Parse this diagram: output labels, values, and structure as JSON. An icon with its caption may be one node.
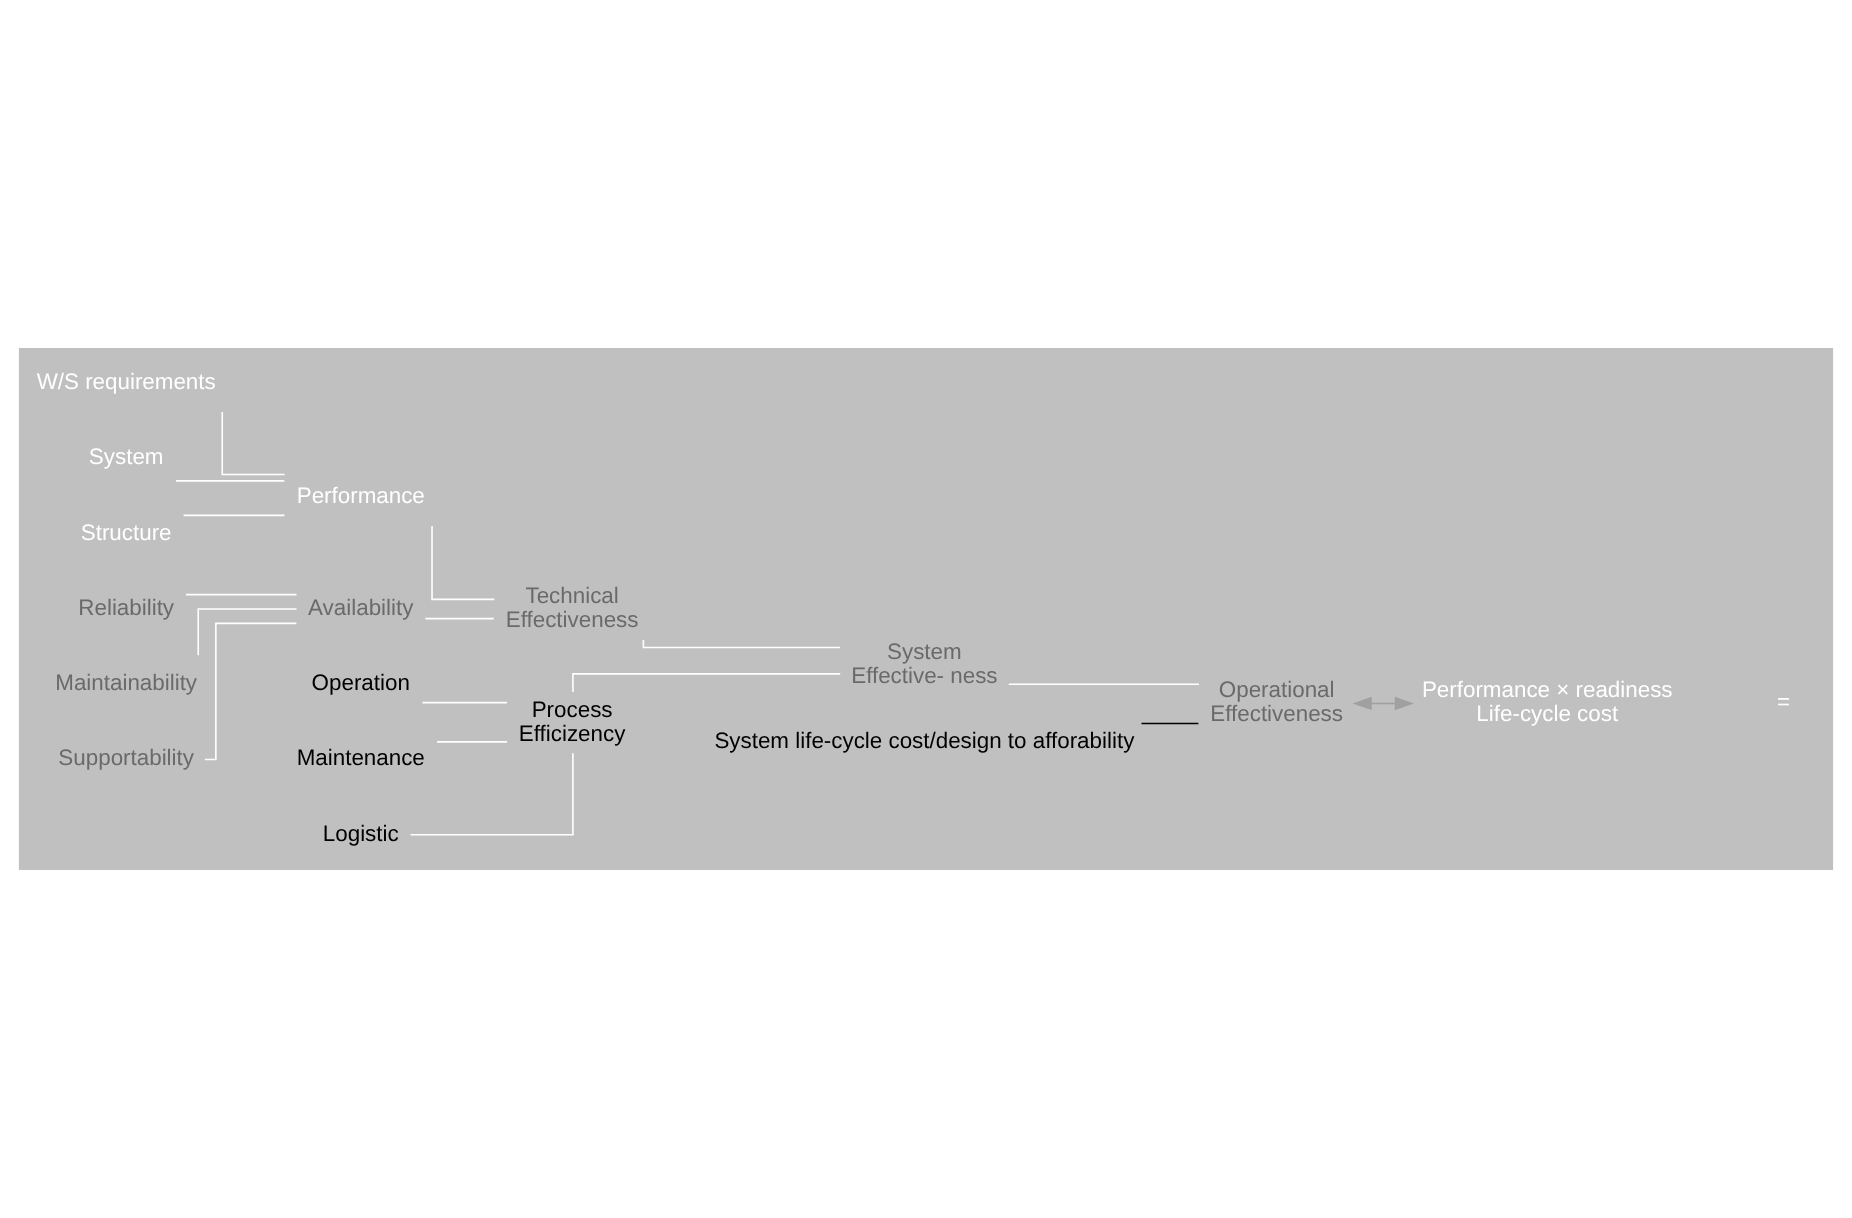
{
  "diagram": {
    "nodes": [
      {
        "text": [
          "W/S requirements"
        ]
      },
      {
        "text": [
          "System"
        ]
      },
      {
        "text": [
          "Structure"
        ]
      },
      {
        "text": [
          "Performance"
        ]
      },
      {
        "text": [
          "Reliability"
        ]
      },
      {
        "text": [
          "Maintainability"
        ]
      },
      {
        "text": [
          "Supportability"
        ]
      },
      {
        "text": [
          "Availability"
        ]
      },
      {
        "text": [
          "Technical",
          "Effectiveness"
        ]
      },
      {
        "text": [
          "Operation"
        ]
      },
      {
        "text": [
          "Maintenance"
        ]
      },
      {
        "text": [
          "Logistic"
        ]
      },
      {
        "text": [
          "Process",
          "Efficizency"
        ]
      },
      {
        "text": [
          "System",
          "Effective- ness"
        ]
      },
      {
        "text": [
          "System life-cycle cost/design to afforability"
        ]
      },
      {
        "text": [
          "Operational",
          "Effectiveness"
        ]
      },
      {
        "text": [
          "Performance × readiness",
          "Life-cycle cost"
        ]
      }
    ],
    "edges": [
      {
        "from": 0,
        "to": 3,
        "arrow": "none"
      },
      {
        "from": 1,
        "to": 3,
        "arrow": "none"
      },
      {
        "from": 2,
        "to": 3,
        "arrow": "none"
      },
      {
        "from": 4,
        "to": 7,
        "arrow": "none"
      },
      {
        "from": 5,
        "to": 7,
        "arrow": "none"
      },
      {
        "from": 6,
        "to": 7,
        "arrow": "none"
      },
      {
        "from": 3,
        "to": 8,
        "arrow": "none"
      },
      {
        "from": 7,
        "to": 8,
        "arrow": "none"
      },
      {
        "from": 9,
        "to": 12,
        "arrow": "none"
      },
      {
        "from": 10,
        "to": 12,
        "arrow": "none"
      },
      {
        "from": 11,
        "to": 12,
        "arrow": "none"
      },
      {
        "from": 8,
        "to": 13,
        "arrow": "none"
      },
      {
        "from": 12,
        "to": 13,
        "arrow": "none"
      },
      {
        "from": 13,
        "to": 15,
        "arrow": "none"
      },
      {
        "from": 14,
        "to": 15,
        "arrow": "none",
        "color": "#000000"
      },
      {
        "from": 15,
        "to": 16,
        "arrow": "both",
        "color": "#a0a0a0"
      }
    ],
    "labels": [
      "="
    ]
  }
}
